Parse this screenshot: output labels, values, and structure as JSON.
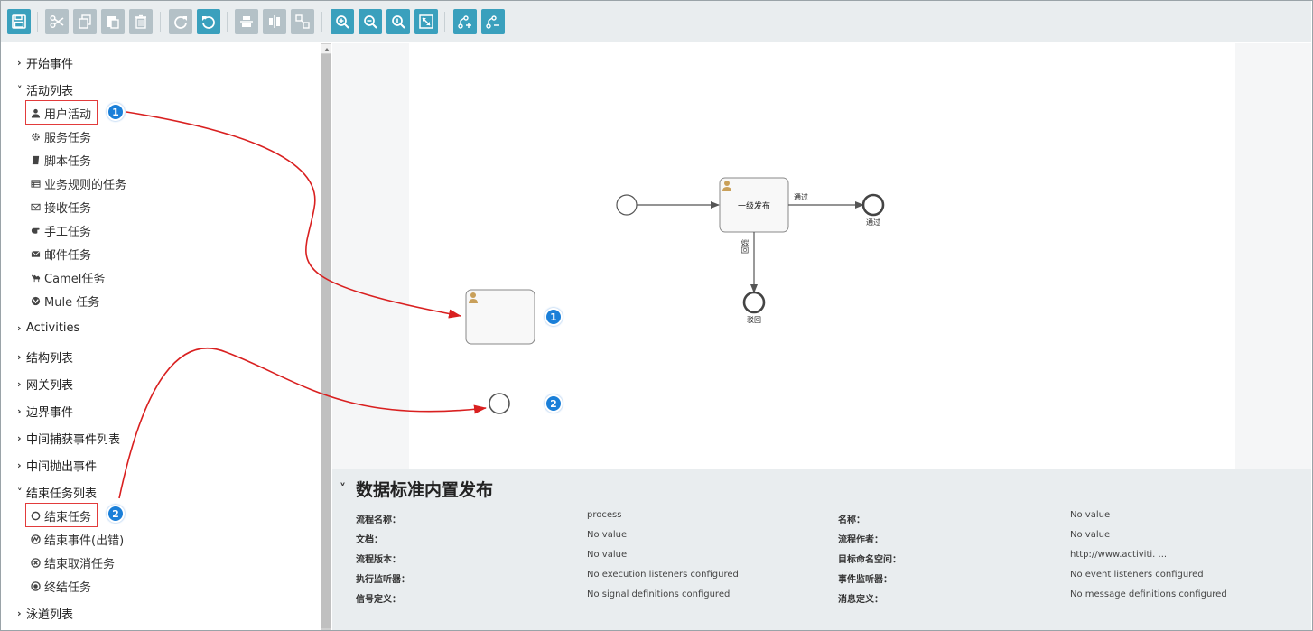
{
  "toolbar": {
    "buttons": [
      {
        "name": "save-icon",
        "tip": "save"
      },
      {
        "name": "cut-icon",
        "tip": "cut"
      },
      {
        "name": "copy-icon",
        "tip": "copy"
      },
      {
        "name": "paste-icon",
        "tip": "paste"
      },
      {
        "name": "delete-icon",
        "tip": "delete"
      },
      {
        "name": "redo-icon",
        "tip": "redo"
      },
      {
        "name": "undo-icon",
        "tip": "undo"
      },
      {
        "name": "align-vertical-icon",
        "tip": "align"
      },
      {
        "name": "align-horizontal-icon",
        "tip": "align"
      },
      {
        "name": "same-size-icon",
        "tip": "same size"
      },
      {
        "name": "zoom-in-icon",
        "tip": "zoom in"
      },
      {
        "name": "zoom-out-icon",
        "tip": "zoom out"
      },
      {
        "name": "zoom-actual-icon",
        "tip": "actual size"
      },
      {
        "name": "zoom-fit-icon",
        "tip": "fit"
      },
      {
        "name": "add-bendpoint-icon",
        "tip": "add bendpoint"
      },
      {
        "name": "remove-bendpoint-icon",
        "tip": "remove bendpoint"
      }
    ]
  },
  "sidebar": {
    "groups": [
      {
        "label": "开始事件",
        "open": false
      },
      {
        "label": "活动列表",
        "open": true,
        "items": [
          {
            "label": "用户活动",
            "icon": "user-icon"
          },
          {
            "label": "服务任务",
            "icon": "gear-icon"
          },
          {
            "label": "脚本任务",
            "icon": "script-icon"
          },
          {
            "label": "业务规则的任务",
            "icon": "table-icon"
          },
          {
            "label": "接收任务",
            "icon": "envelope-open-icon"
          },
          {
            "label": "手工任务",
            "icon": "hand-icon"
          },
          {
            "label": "邮件任务",
            "icon": "envelope-icon"
          },
          {
            "label": "Camel任务",
            "icon": "camel-icon"
          },
          {
            "label": "Mule 任务",
            "icon": "mule-icon"
          }
        ]
      },
      {
        "label": "Activities",
        "open": false
      },
      {
        "label": "结构列表",
        "open": false
      },
      {
        "label": "网关列表",
        "open": false
      },
      {
        "label": "边界事件",
        "open": false
      },
      {
        "label": "中间捕获事件列表",
        "open": false
      },
      {
        "label": "中间抛出事件",
        "open": false
      },
      {
        "label": "结束任务列表",
        "open": true,
        "items": [
          {
            "label": "结束任务",
            "icon": "end-event-icon"
          },
          {
            "label": "结束事件(出错)",
            "icon": "end-error-icon"
          },
          {
            "label": "结束取消任务",
            "icon": "end-cancel-icon"
          },
          {
            "label": "终结任务",
            "icon": "terminate-icon"
          }
        ]
      },
      {
        "label": "泳道列表",
        "open": false
      }
    ]
  },
  "diagram": {
    "task_label": "一级发布",
    "flow_pass_label": "通过",
    "flow_reject_label": "驳回",
    "end_pass_label": "通过",
    "end_reject_label": "驳回"
  },
  "annotations": {
    "badge1": "1",
    "badge2": "2"
  },
  "properties": {
    "title": "数据标准内置发布",
    "left": [
      {
        "label": "流程名称：",
        "value": "process"
      },
      {
        "label": "文档：",
        "value": "No value"
      },
      {
        "label": "流程版本：",
        "value": "No value"
      },
      {
        "label": "执行监听器：",
        "value": "No execution listeners configured"
      },
      {
        "label": "信号定义：",
        "value": "No signal definitions configured"
      }
    ],
    "right": [
      {
        "label": "名称：",
        "value": "No value"
      },
      {
        "label": "流程作者：",
        "value": "No value"
      },
      {
        "label": "目标命名空间：",
        "value": "http://www.activiti. ..."
      },
      {
        "label": "事件监听器：",
        "value": "No event listeners configured"
      },
      {
        "label": "消息定义：",
        "value": "No message definitions configured"
      }
    ]
  },
  "colors": {
    "toolbar_button": "#3aa0bd",
    "toolbar_button_disabled": "#b4c1c7",
    "highlight": "#e23b3b",
    "badge": "#1a7fd8"
  }
}
